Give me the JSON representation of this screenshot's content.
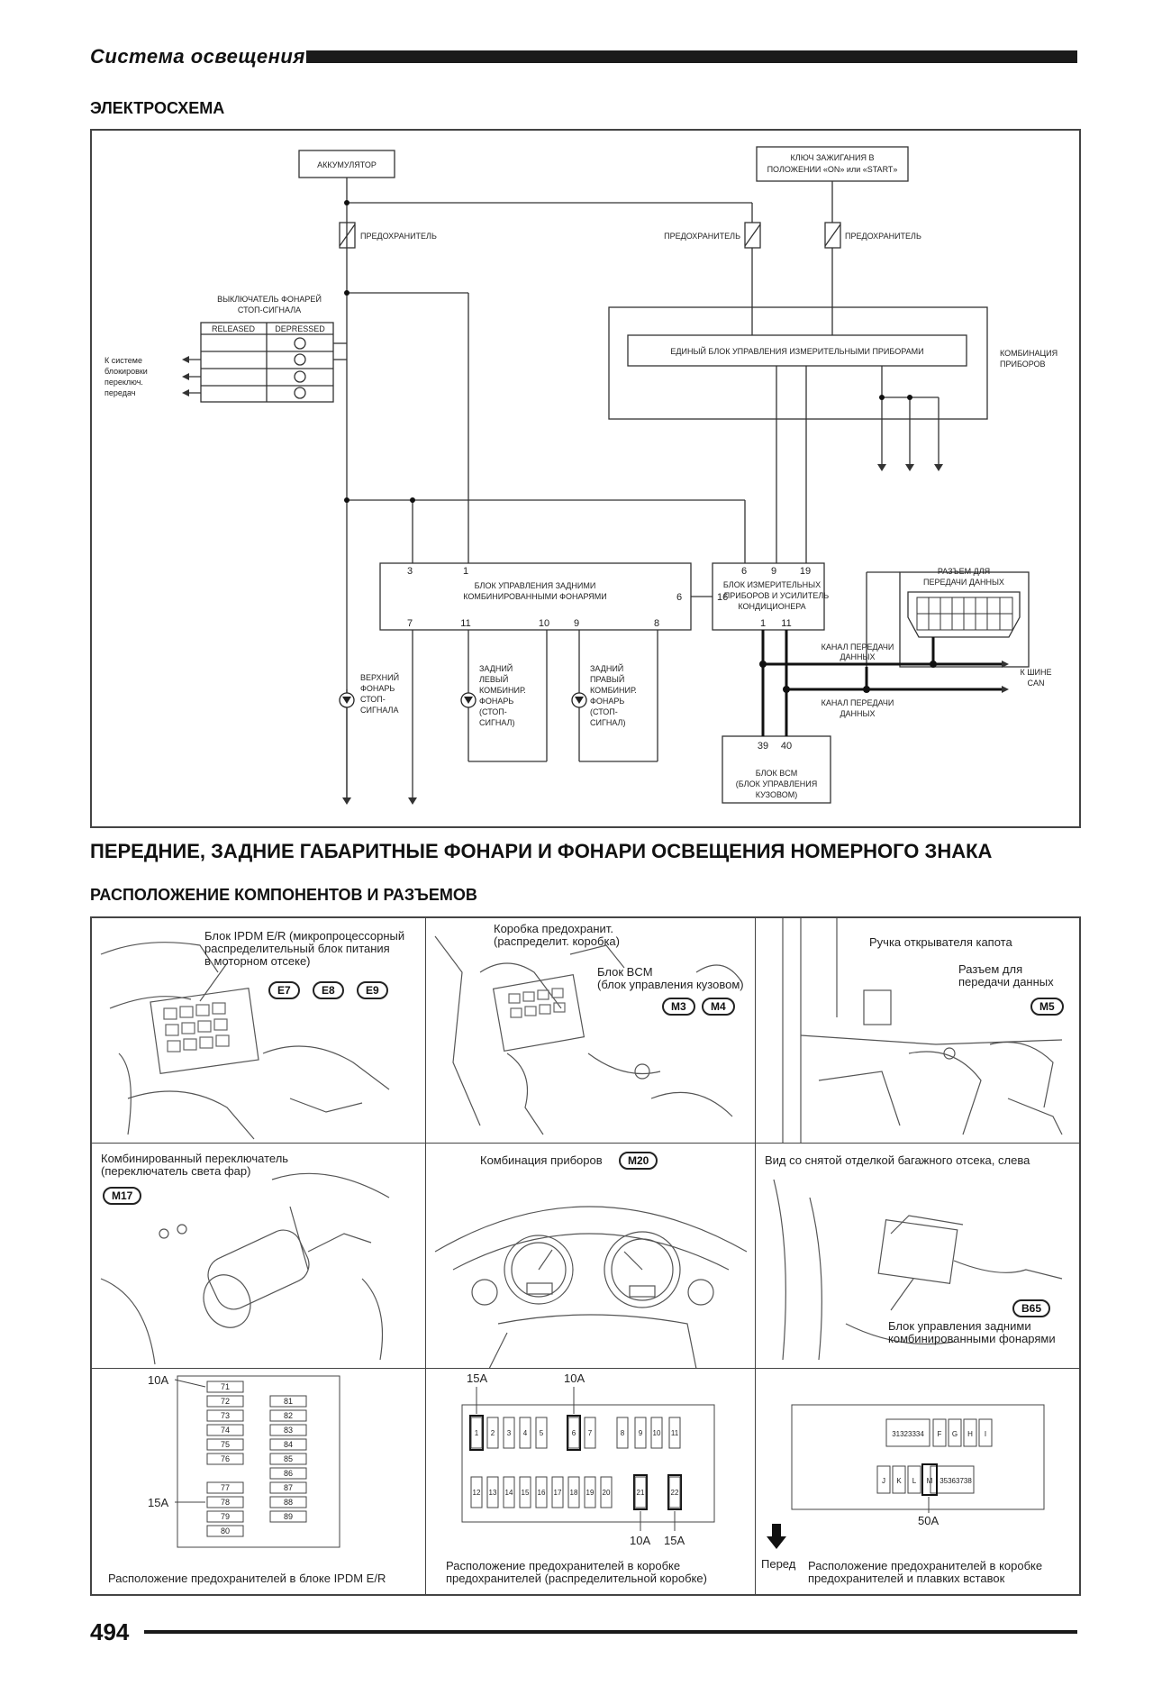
{
  "header": {
    "title": "Система освещения"
  },
  "section1": "ЭЛЕКТРОСХЕМА",
  "schematic": {
    "battery": "АККУМУЛЯТОР",
    "ignition_l1": "КЛЮЧ ЗАЖИГАНИЯ В",
    "ignition_l2": "ПОЛОЖЕНИИ «ON» или «START»",
    "fuse": "ПРЕДОХРАНИТЕЛЬ",
    "stop_switch_l1": "ВЫКЛЮЧАТЕЛЬ ФОНАРЕЙ",
    "stop_switch_l2": "СТОП-СИГНАЛА",
    "released": "RELEASED",
    "depressed": "DEPRESSED",
    "lock_l1": "К системе",
    "lock_l2": "блокировки",
    "lock_l3": "переключ.",
    "lock_l4": "передач",
    "meter_unit": "ЕДИНЫЙ БЛОК УПРАВЛЕНИЯ ИЗМЕРИТЕЛЬНЫМИ ПРИБОРАМИ",
    "combimeter_l1": "КОМБИНАЦИЯ",
    "combimeter_l2": "ПРИБОРОВ",
    "rear_ctrl_l1": "БЛОК УПРАВЛЕНИЯ ЗАДНИМИ",
    "rear_ctrl_l2": "КОМБИНИРОВАННЫМИ ФОНАРЯМИ",
    "meas_l1": "БЛОК ИЗМЕРИТЕЛЬНЫХ",
    "meas_l2": "ПРИБОРОВ И УСИЛИТЕЛЬ",
    "meas_l3": "КОНДИЦИОНЕРА",
    "dlc_l1": "РАЗЪЕМ ДЛЯ",
    "dlc_l2": "ПЕРЕДАЧИ ДАННЫХ",
    "can_l1": "КАНАЛ ПЕРЕДАЧИ",
    "can_l2": "ДАННЫХ",
    "can_bus_l1": "К ШИНЕ",
    "can_bus_l2": "CAN",
    "upper_lamp_l1": "ВЕРХНИЙ",
    "upper_lamp_l2": "ФОНАРЬ",
    "upper_lamp_l3": "СТОП-",
    "upper_lamp_l4": "СИГНАЛА",
    "left_lamp": [
      "ЗАДНИЙ",
      "ЛЕВЫЙ",
      "КОМБИНИР.",
      "ФОНАРЬ",
      "(СТОП-",
      "СИГНАЛ)"
    ],
    "right_lamp": [
      "ЗАДНИЙ",
      "ПРАВЫЙ",
      "КОМБИНИР.",
      "ФОНАРЬ",
      "(СТОП-",
      "СИГНАЛ)"
    ],
    "bcm_l1": "БЛОК BCM",
    "bcm_l2": "(БЛОК УПРАВЛЕНИЯ",
    "bcm_l3": "КУЗОВОМ)",
    "pins": {
      "p3": "3",
      "p1": "1",
      "p6": "6",
      "p7": "7",
      "p11": "11",
      "p10": "10",
      "p9": "9",
      "p8": "8",
      "m6": "6",
      "m9": "9",
      "m19": "19",
      "m16": "16",
      "m1": "1",
      "m11": "11",
      "b39": "39",
      "b40": "40"
    }
  },
  "section2": "ПЕРЕДНИЕ, ЗАДНИЕ ГАБАРИТНЫЕ ФОНАРИ И ФОНАРИ ОСВЕЩЕНИЯ НОМЕРНОГО ЗНАКА",
  "section3": "РАСПОЛОЖЕНИЕ КОМПОНЕНТОВ И РАЗЪЕМОВ",
  "cells": {
    "ipdm": {
      "l1": "Блок IPDM E/R (микропроцессорный",
      "l2": "распределительный блок питания",
      "l3": "в моторном отсеке)",
      "b1": "E7",
      "b2": "E8",
      "b3": "E9"
    },
    "bcm": {
      "l1": "Коробка предохранит.",
      "l2": "(распределит. коробка)",
      "l3": "Блок BCM",
      "l4": "(блок управления кузовом)",
      "b1": "M3",
      "b2": "M4"
    },
    "hood": {
      "l1": "Ручка открывателя капота",
      "l2": "Разъем для",
      "l3": "передачи данных",
      "b1": "M5"
    },
    "combsw": {
      "l1": "Комбинированный переключатель",
      "l2": "(переключатель света фар)",
      "b1": "M17"
    },
    "meter": {
      "l1": "Комбинация приборов",
      "b1": "M20"
    },
    "trunk": {
      "l1": "Вид со снятой отделкой багажного отсека, слева",
      "b1": "B65",
      "l2": "Блок управления задними",
      "l3": "комбинированными фонарями"
    },
    "fuse1": {
      "a10": "10A",
      "a15": "15A",
      "left": [
        "71",
        "72",
        "73",
        "74",
        "75",
        "76",
        "",
        "77",
        "78",
        "79",
        "80"
      ],
      "right": [
        "81",
        "82",
        "83",
        "84",
        "85",
        "86",
        "87",
        "88",
        "89"
      ],
      "cap": "Расположение предохранителей в блоке IPDM E/R"
    },
    "fuse2": {
      "t15": "15A",
      "t10": "10A",
      "b10": "10A",
      "b15": "15A",
      "top": [
        "1",
        "2",
        "3",
        "4",
        "5",
        "6",
        "7",
        "8",
        "9",
        "10",
        "11"
      ],
      "bottom": [
        "12",
        "13",
        "14",
        "15",
        "16",
        "17",
        "18",
        "19",
        "20",
        "21",
        "22"
      ],
      "cap1": "Расположение предохранителей в коробке",
      "cap2": "предохранителей (распределительной коробке)"
    },
    "fuse3": {
      "top1": "31323334",
      "f": "F",
      "g": "G",
      "h": "H",
      "i": "I",
      "j": "J",
      "k": "K",
      "l": "L",
      "m": "M",
      "bot": "35363738",
      "a50": "50A",
      "front": "Перед",
      "cap1": "Расположение предохранителей в коробке",
      "cap2": "предохранителей и плавких вставок"
    }
  },
  "page_number": "494"
}
